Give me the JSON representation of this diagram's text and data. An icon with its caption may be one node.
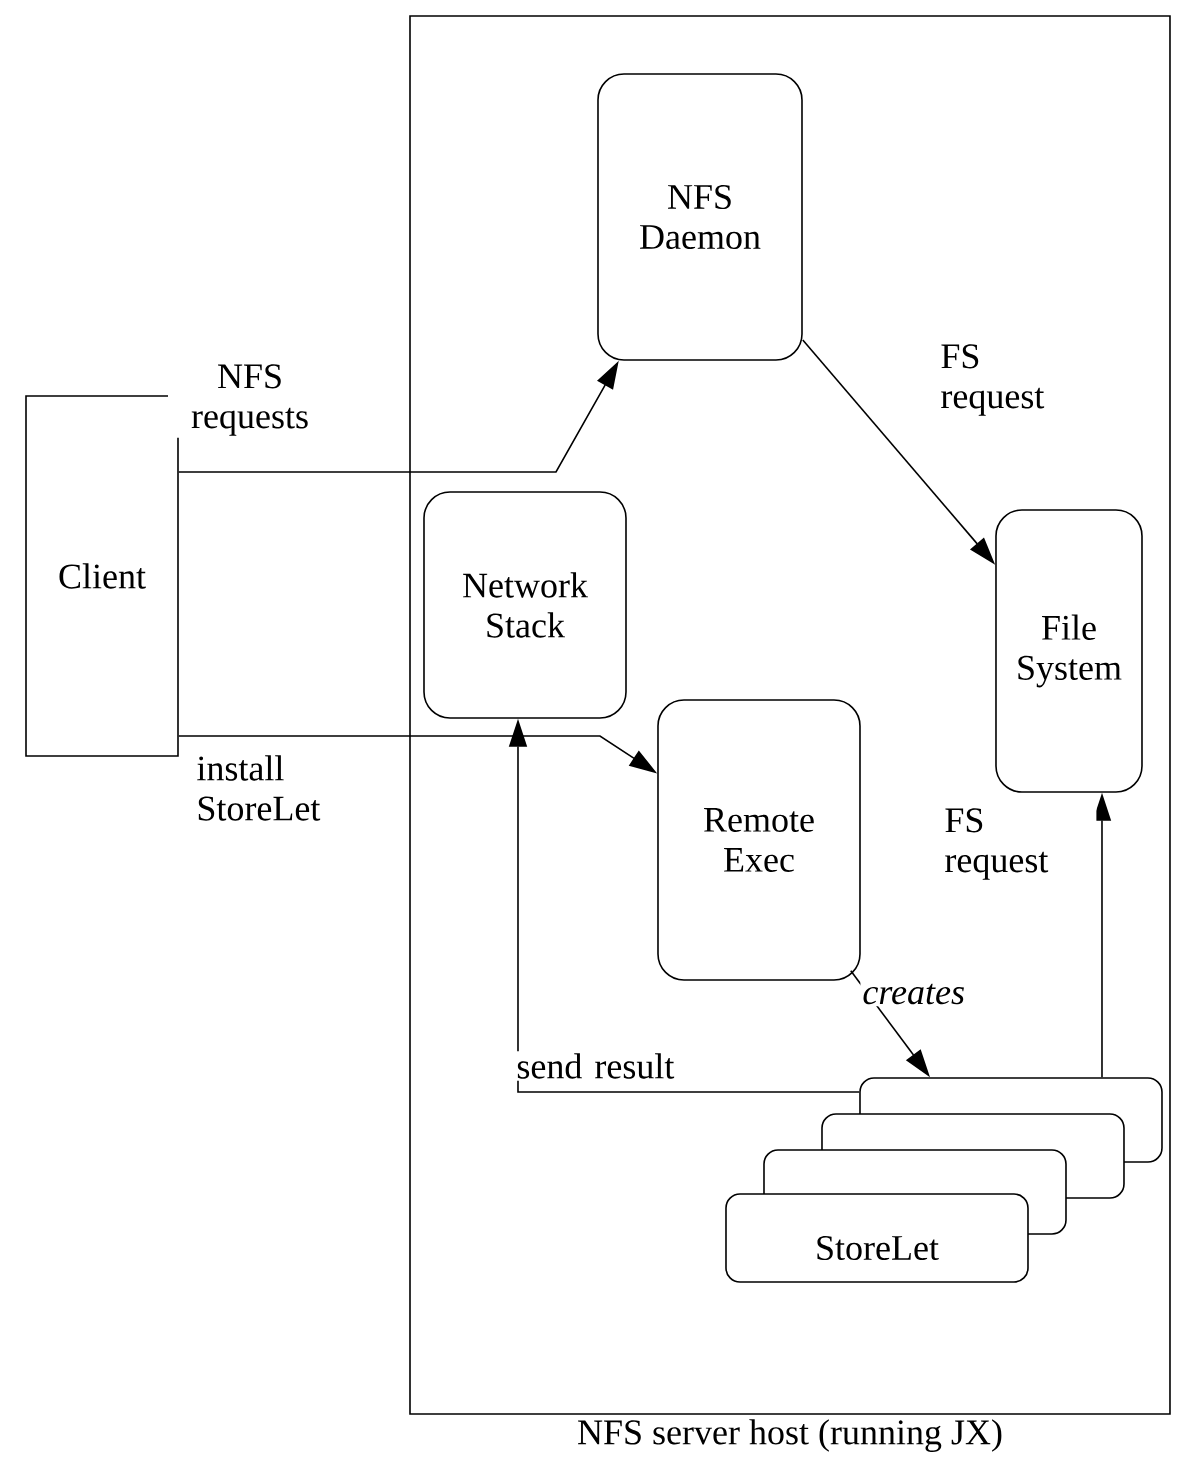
{
  "diagram": {
    "nodes": [
      {
        "text": [
          "NFS server host (running JX)"
        ]
      },
      {
        "text": [
          "Client"
        ]
      },
      {
        "text": [
          "NFS Daemon"
        ],
        "in": 0
      },
      {
        "text": [
          "Network Stack"
        ],
        "in": 0
      },
      {
        "text": [
          "File System"
        ],
        "in": 0
      },
      {
        "text": [
          "Remote Exec"
        ],
        "in": 0
      },
      {
        "text": [],
        "shape": "box",
        "in": 0
      },
      {
        "text": [],
        "shape": "box",
        "in": 0
      },
      {
        "text": [],
        "shape": "box",
        "in": 0
      },
      {
        "text": [
          "StoreLet"
        ],
        "in": 0
      }
    ],
    "edges": [
      {
        "from": 1,
        "to": 2,
        "arrow": "to",
        "label": "NFS requests"
      },
      {
        "from": 1,
        "to": 5,
        "arrow": "to",
        "label": "install StoreLet"
      },
      {
        "from": 2,
        "to": 4,
        "arrow": "to",
        "label": "FS request"
      },
      {
        "from": 6,
        "to": 4,
        "arrow": "to",
        "label": "FS request"
      },
      {
        "from": 6,
        "to": 3,
        "arrow": "to",
        "label": "send result"
      },
      {
        "from": 5,
        "to": 6,
        "arrow": "to",
        "label": "creates"
      }
    ]
  }
}
